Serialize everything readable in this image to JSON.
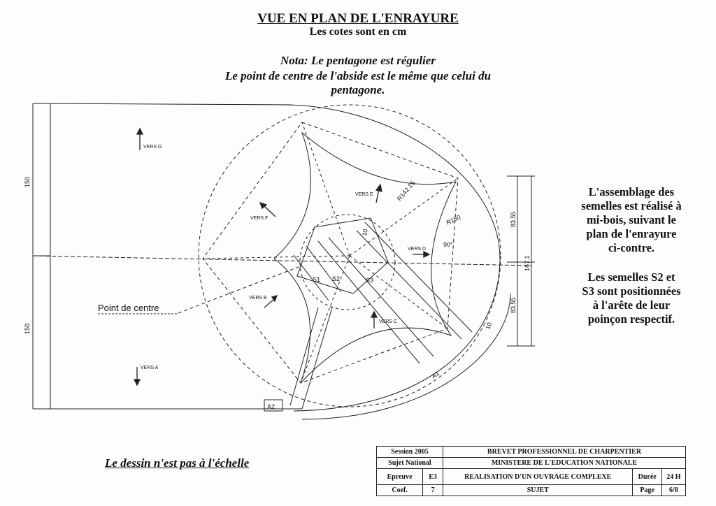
{
  "header": {
    "title": "VUE EN PLAN DE L'ENRAYURE",
    "subtitle": "Les cotes sont en cm",
    "nota_line1": "Nota: Le pentagone est régulier",
    "nota_line2": "Le point de centre de l'abside est le même que celui du",
    "nota_line3": "pentagone."
  },
  "drawing": {
    "dim_150_top": "150",
    "dim_150_bottom": "150",
    "dim_8355_top": "83.55",
    "dim_8355_bottom": "83.55",
    "dim_1671": "167.1",
    "r_142": "R142.15",
    "r_150": "R150",
    "angle_90": "90°",
    "dim_10_a": "10",
    "dim_10_b": "10",
    "vers_g": "VERS G",
    "vers_f": "VERS F",
    "vers_e": "VERS E",
    "vers_d": "VERS D",
    "vers_c": "VERS C",
    "vers_b": "VERS B",
    "vers_a": "VERS A",
    "s1": "S1",
    "s2": "S2",
    "s3": "S3",
    "point_de_centre": "Point de centre",
    "a1": "A1",
    "a2": "A2"
  },
  "notes": {
    "assemblage": [
      "L'assemblage des",
      "semelles est réalisé à",
      "mi-bois, suivant le",
      "plan de l'enrayure",
      "ci-contre."
    ],
    "semelles": [
      "Les semelles S2 et",
      "S3 sont positionnées",
      "à l'arête de leur",
      "poinçon respectif."
    ]
  },
  "scale_note": "Le dessin n'est pas à l'échelle",
  "cartouche": {
    "session": "Session 2005",
    "sujet_national": "Sujet National",
    "brevet": "BREVET PROFESSIONNEL DE CHARPENTIER",
    "ministere": "MINISTERE DE L'EDUCATION NATIONALE",
    "epreuve_label": "Epreuve",
    "epreuve_value": "E3",
    "realisation": "REALISATION D'UN OUVRAGE COMPLEXE",
    "duree_label": "Durée",
    "duree_value": "24 H",
    "coef_label": "Coef.",
    "coef_value": "7",
    "sujet": "SUJET",
    "page_label": "Page",
    "page_value": "6/8"
  }
}
